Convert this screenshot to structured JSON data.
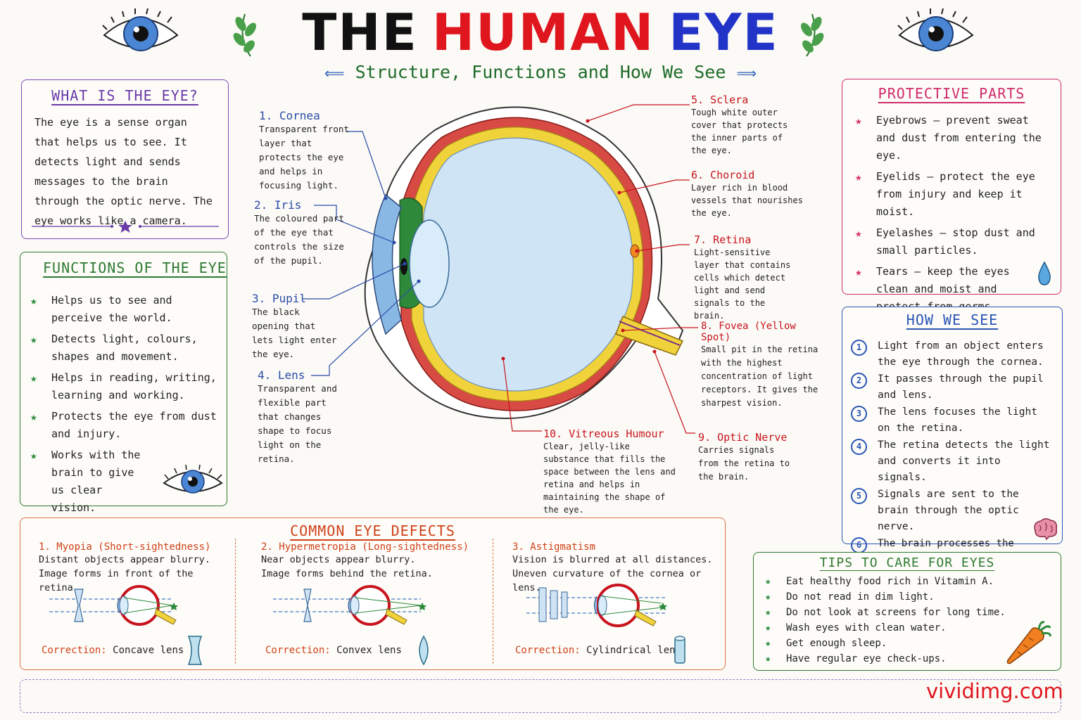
{
  "title": {
    "w1": "THE",
    "w2": "HUMAN",
    "w3": "EYE",
    "c1": "#111111",
    "c2": "#e0161e",
    "c3": "#2233c8"
  },
  "subtitle": "Structure, Functions and How We See",
  "what_is": {
    "heading": "WHAT IS THE EYE?",
    "text": "The eye is a sense organ that helps us to see. It detects light and sends messages to the brain through the optic nerve. The eye works like a camera."
  },
  "functions": {
    "heading": "FUNCTIONS OF THE EYE",
    "items": [
      "Helps us to see and perceive the world.",
      "Detects light, colours, shapes and movement.",
      "Helps in reading, writing, learning and working.",
      "Protects the eye from dust and injury.",
      "Works with the brain to give us clear vision."
    ]
  },
  "parts": {
    "cornea": {
      "name": "1. Cornea",
      "desc": "Transparent front layer that protects the eye and helps in focusing light."
    },
    "iris": {
      "name": "2. Iris",
      "desc": "The coloured part of the eye that controls the size of the pupil."
    },
    "pupil": {
      "name": "3. Pupil",
      "desc": "The black opening that lets light enter the eye."
    },
    "lens": {
      "name": "4. Lens",
      "desc": "Transparent and flexible part that changes shape to focus light on the retina."
    },
    "sclera": {
      "name": "5. Sclera",
      "desc": "Tough white outer cover that protects the inner parts of the eye."
    },
    "choroid": {
      "name": "6. Choroid",
      "desc": "Layer rich in blood vessels that nourishes the eye."
    },
    "retina": {
      "name": "7. Retina",
      "desc": "Light-sensitive layer that contains cells which detect light and send signals to the brain."
    },
    "fovea": {
      "name": "8. Fovea (Yellow Spot)",
      "desc": "Small pit in the retina with the highest concentration of light receptors. It gives the sharpest vision."
    },
    "optic": {
      "name": "9. Optic Nerve",
      "desc": "Carries signals from the retina to the brain."
    },
    "vitreous": {
      "name": "10. Vitreous Humour",
      "desc": "Clear, jelly-like substance that fills the space between the lens and retina and helps in maintaining the shape of the eye."
    }
  },
  "protective": {
    "heading": "PROTECTIVE PARTS",
    "items": [
      "Eyebrows – prevent sweat and dust from entering the eye.",
      "Eyelids – protect the eye from injury and keep it moist.",
      "Eyelashes – stop dust and small particles.",
      "Tears – keep the eyes clean and moist and protect from germs."
    ]
  },
  "how_we_see": {
    "heading": "HOW WE SEE",
    "steps": [
      {
        "n": "1",
        "text": "Light from an object enters the eye through the cornea."
      },
      {
        "n": "2",
        "text": "It passes through the pupil and lens."
      },
      {
        "n": "3",
        "text": "The lens focuses the light on the retina."
      },
      {
        "n": "4",
        "text": "The retina detects the light and converts it into signals."
      },
      {
        "n": "5",
        "text": "Signals are sent to the brain through the optic nerve."
      },
      {
        "n": "6",
        "text": "The brain processes the signals and we see the object."
      }
    ]
  },
  "defects": {
    "heading": "COMMON EYE DEFECTS",
    "correction_key": "Correction:",
    "items": [
      {
        "title": "1. Myopia (Short-sightedness)",
        "line1": "Distant objects appear blurry.",
        "line2": "Image forms in front of the retina.",
        "correction": "Concave lens"
      },
      {
        "title": "2. Hypermetropia (Long-sightedness)",
        "line1": "Near objects appear blurry.",
        "line2": "Image forms behind the retina.",
        "correction": "Convex lens"
      },
      {
        "title": "3. Astigmatism",
        "line1": "Vision is blurred at all distances.",
        "line2": "Uneven curvature of the cornea or lens.",
        "correction": "Cylindrical lens"
      }
    ]
  },
  "tips": {
    "heading": "TIPS TO CARE FOR EYES",
    "items": [
      "Eat healthy food rich in Vitamin A.",
      "Do not read in dim light.",
      "Do not look at screens for long time.",
      "Wash eyes with clean water.",
      "Get enough sleep.",
      "Have regular eye check-ups."
    ]
  },
  "watermark": "vividimg.com",
  "colors": {
    "purple": "#6a3aa8",
    "green": "#2e7a32",
    "pink": "#d02a6a",
    "blue": "#2a55b5",
    "orange": "#d04018",
    "red": "#c8141e",
    "star_pink": "#d8306a",
    "star_green": "#2a8a3a"
  }
}
